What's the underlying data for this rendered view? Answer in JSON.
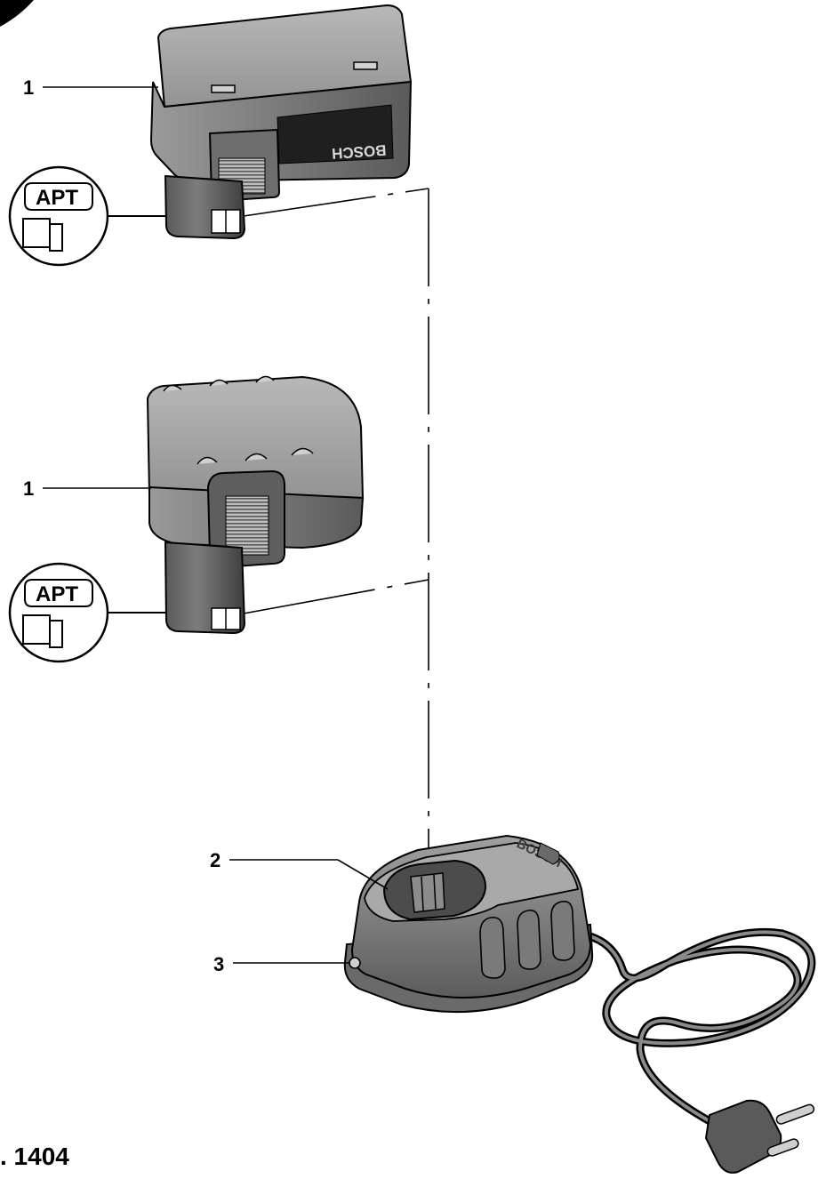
{
  "callouts": [
    {
      "label": "1"
    },
    {
      "label": "1"
    },
    {
      "label": "2"
    },
    {
      "label": "3"
    }
  ],
  "apt_badges": [
    {
      "label": "APT"
    },
    {
      "label": "APT"
    }
  ],
  "brand": {
    "battery_logo": "BOSCH",
    "charger_logo": "BOSCH"
  },
  "figure_number": ". 1404",
  "colors": {
    "body": "#7d7d7d",
    "body_light": "#a8a8a8",
    "body_dark": "#4a4a4a",
    "outline": "#000000",
    "logo_plate": "#1f1f1f"
  }
}
